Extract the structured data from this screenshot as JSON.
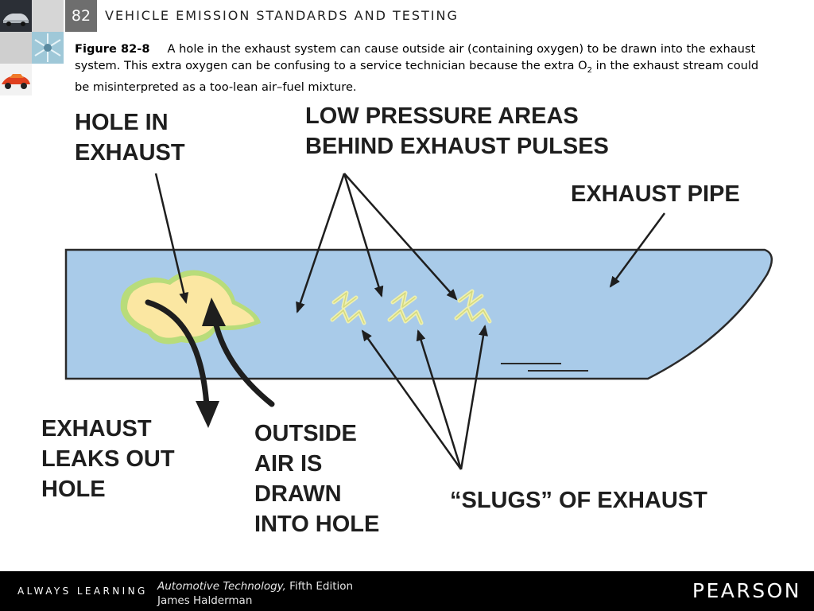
{
  "header": {
    "chapter_number": "82",
    "chapter_title": "VEHICLE EMISSION STANDARDS AND TESTING"
  },
  "caption": {
    "figure_label": "Figure 82-8",
    "text_part1": "A hole in the exhaust system can cause outside air (containing oxygen) to be drawn into the exhaust system. This extra oxygen can be confusing to a service technician because the extra O",
    "subscript": "2",
    "text_part2": " in the exhaust stream could be misinterpreted as a too-lean air–fuel mixture."
  },
  "diagram": {
    "labels": {
      "hole_in_exhaust": "HOLE IN\nEXHAUST",
      "low_pressure": "LOW PRESSURE AREAS\nBEHIND EXHAUST PULSES",
      "exhaust_pipe": "EXHAUST PIPE",
      "exhaust_leaks": "EXHAUST\nLEAKS OUT\nHOLE",
      "outside_air": "OUTSIDE\nAIR IS\nDRAWN\nINTO HOLE",
      "slugs": "“SLUGS” OF EXHAUST"
    },
    "colors": {
      "pipe_fill": "#a9cbe9",
      "hole_fill": "#fbe7a2",
      "hole_halo": "#b8dc7a",
      "slug_stroke": "#eef0b0",
      "line": "#1e1e1e"
    }
  },
  "footer": {
    "tagline": "ALWAYS LEARNING",
    "book_title": "Automotive Technology,",
    "edition": " Fifth Edition",
    "author": "James Halderman",
    "brand": "PEARSON"
  }
}
